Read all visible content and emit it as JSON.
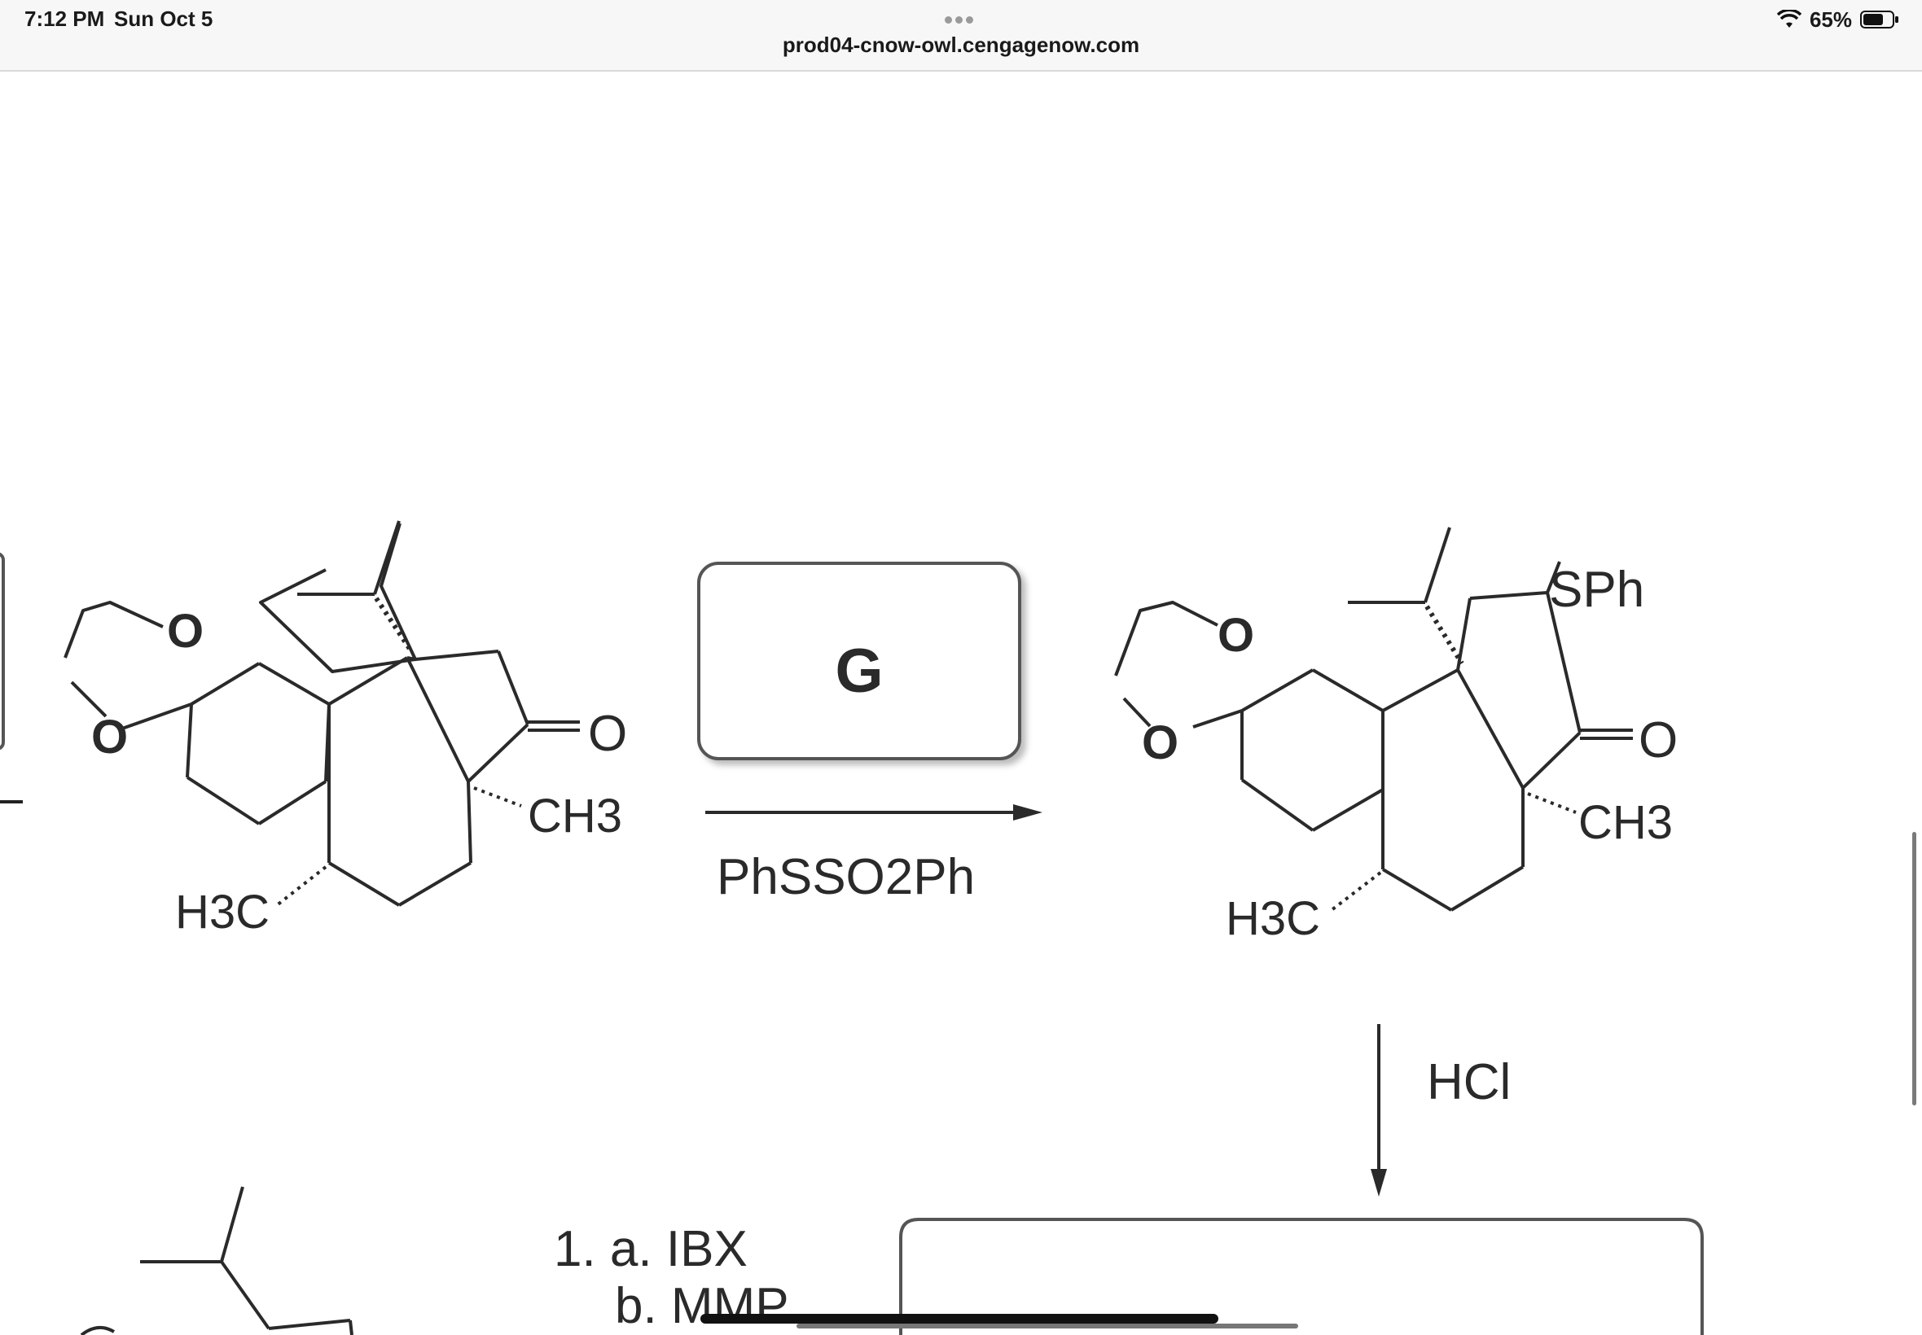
{
  "status_bar": {
    "time": "7:12 PM",
    "date": "Sun Oct 5",
    "battery_percent": "65%",
    "url": "prod04-cnow-owl.cengagenow.com"
  },
  "reaction": {
    "answer_box_label": "G",
    "reagent_1": "PhSSO2Ph",
    "reagent_2": "HCl",
    "step_1a": "1. a. IBX",
    "step_1b": "b. MMP",
    "labels": {
      "oxygen": "O",
      "ketone_oxygen": "O",
      "methyl_right": "CH3",
      "methyl_left": "H3C",
      "sulfanyl": "SPh"
    }
  }
}
